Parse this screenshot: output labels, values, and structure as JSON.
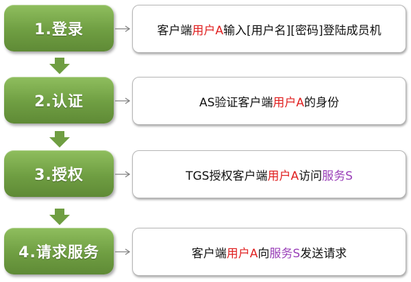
{
  "steps": [
    {
      "label": "1.登录",
      "parts": [
        {
          "text": "客户端",
          "color": "black"
        },
        {
          "text": "用户A",
          "color": "red"
        },
        {
          "text": "输入[用户名][密码]登陆成员机",
          "color": "black"
        }
      ]
    },
    {
      "label": "2.认证",
      "parts": [
        {
          "text": "AS验证客户端",
          "color": "black"
        },
        {
          "text": "用户A",
          "color": "red"
        },
        {
          "text": "的身份",
          "color": "black"
        }
      ]
    },
    {
      "label": "3.授权",
      "parts": [
        {
          "text": "TGS授权客户端 ",
          "color": "black"
        },
        {
          "text": "用户A",
          "color": "red"
        },
        {
          "text": "访问",
          "color": "black"
        },
        {
          "text": "服务S",
          "color": "purple"
        }
      ]
    },
    {
      "label": "4.请求服务",
      "parts": [
        {
          "text": "客户端",
          "color": "black"
        },
        {
          "text": "用户A",
          "color": "red"
        },
        {
          "text": "向",
          "color": "black"
        },
        {
          "text": "服务S",
          "color": "purple"
        },
        {
          "text": "发送请求",
          "color": "black"
        }
      ]
    }
  ],
  "colors": {
    "step_fill": "#7aa94c",
    "highlight_user": "#e02020",
    "highlight_service": "#9a3fb8"
  }
}
